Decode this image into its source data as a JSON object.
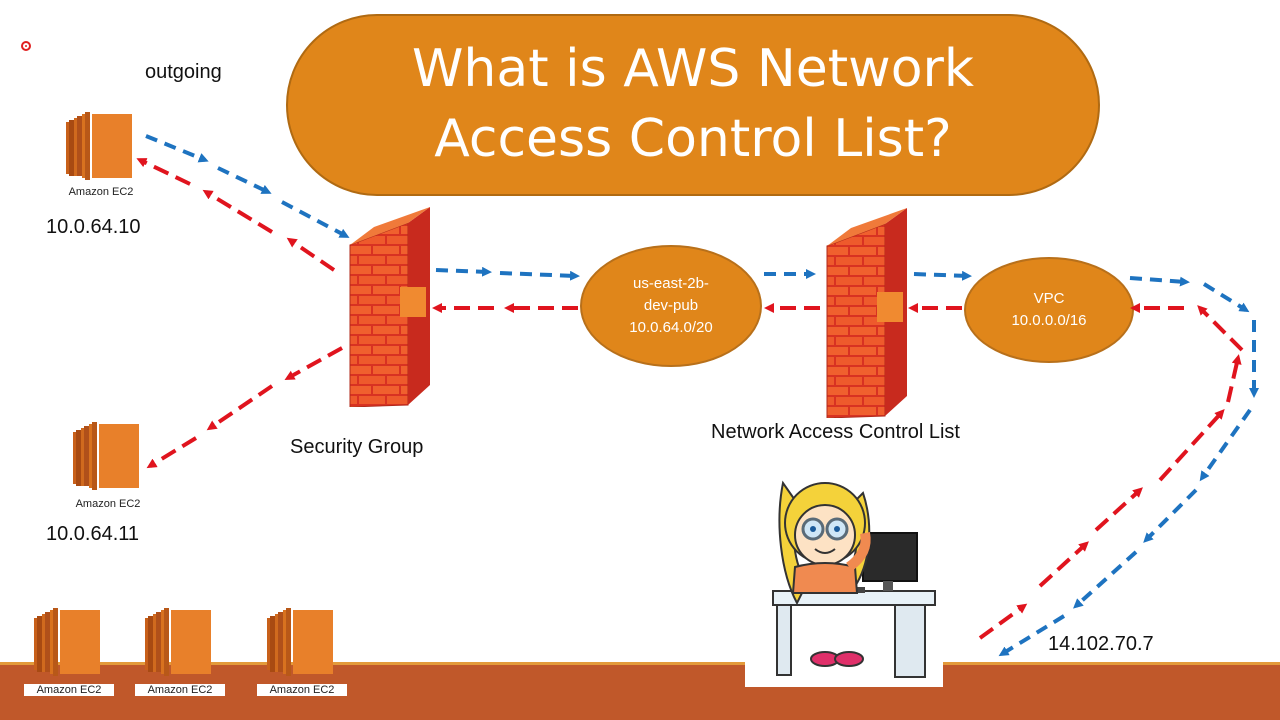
{
  "title": {
    "line1": "What is AWS Network",
    "line2": "Access Control List?"
  },
  "labels": {
    "outgoing": "outgoing",
    "security_group": "Security Group",
    "nacl": "Network Access Control List"
  },
  "instances": {
    "ec2_caption": "Amazon EC2",
    "ip_top": "10.0.64.10",
    "ip_mid": "10.0.64.11",
    "public_ip": "14.102.70.7"
  },
  "subnet": {
    "line1": "us-east-2b-",
    "line2": "dev-pub",
    "line3": "10.0.64.0/20"
  },
  "vpc": {
    "line1": "VPC",
    "line2": "10.0.0.0/16"
  },
  "colors": {
    "orange": "#e0861a",
    "ec2_orange": "#e8802a",
    "arrow_blue": "#1e73c0",
    "arrow_red": "#e0141e",
    "brick": "#e8402a",
    "footer": "#c0582a"
  },
  "icons": [
    "ec2-icon",
    "firewall-icon",
    "computer-user-illustration",
    "record-dot-icon"
  ]
}
